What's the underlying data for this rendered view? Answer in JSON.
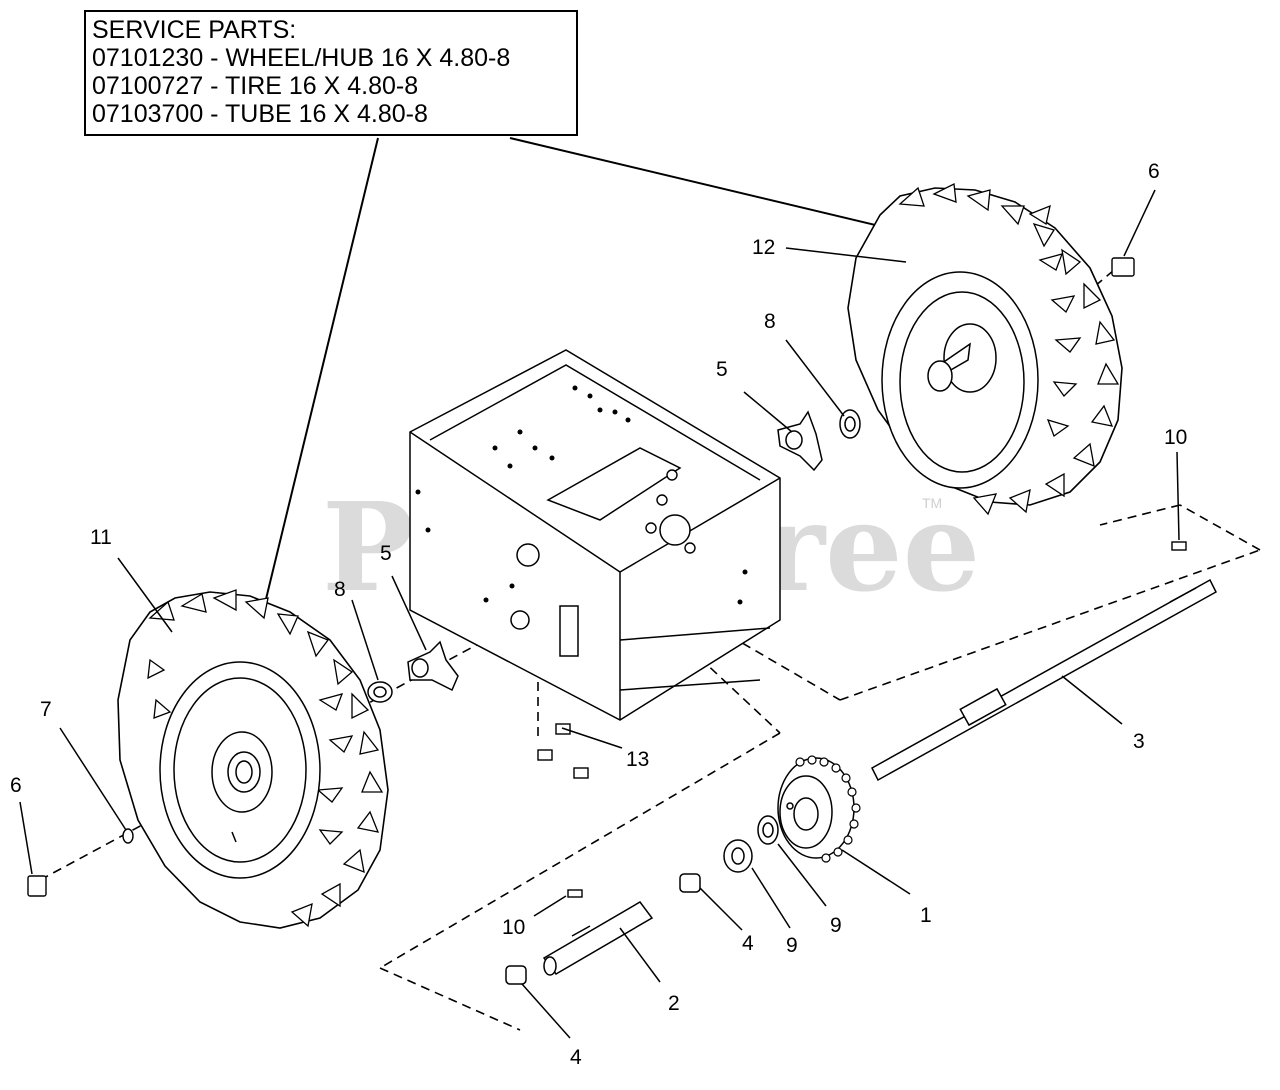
{
  "service_box": {
    "heading": "SERVICE PARTS:",
    "lines": [
      "07101230 - WHEEL/HUB 16 X 4.80-8",
      "07100727 - TIRE 16 X 4.80-8",
      "07103700 - TUBE 16 X 4.80-8"
    ]
  },
  "watermark": {
    "text": "PartsTree",
    "trademark": "TM"
  },
  "callouts": {
    "c1": "1",
    "c2": "2",
    "c3": "3",
    "c4a": "4",
    "c4b": "4",
    "c5a": "5",
    "c5b": "5",
    "c6a": "6",
    "c6b": "6",
    "c7": "7",
    "c8a": "8",
    "c8b": "8",
    "c9a": "9",
    "c9b": "9",
    "c10a": "10",
    "c10b": "10",
    "c11": "11",
    "c12": "12",
    "c13": "13"
  }
}
